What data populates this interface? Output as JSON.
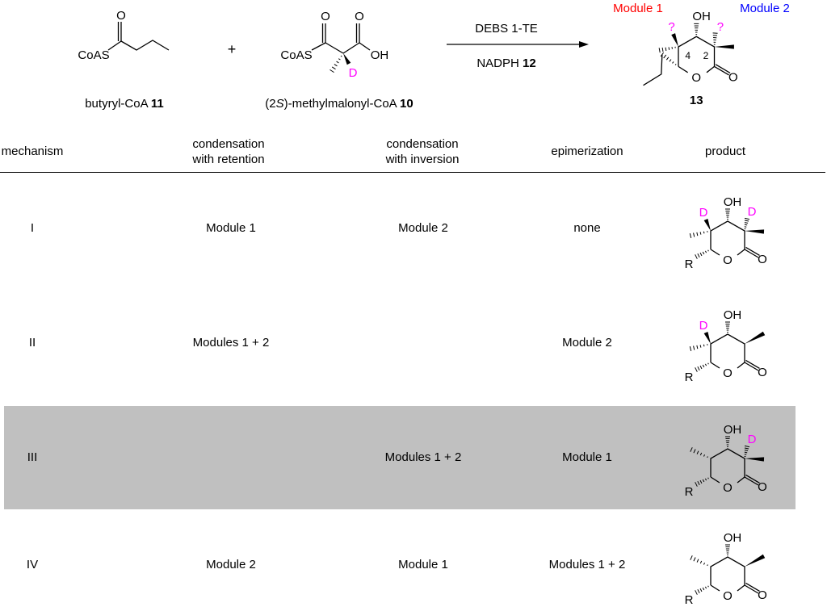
{
  "reaction": {
    "reactant1": {
      "label": "CoAS",
      "O": "O",
      "caption": "butyryl-CoA ",
      "number": "11"
    },
    "plus": "+",
    "reactant2": {
      "label": "CoAS",
      "O1": "O",
      "O2": "O",
      "OH": "OH",
      "D": "D",
      "caption_pre": "(2",
      "caption_S": "S",
      "caption_post": ")-methylmalonyl-CoA ",
      "number": "10"
    },
    "arrow_above": "DEBS 1-TE",
    "arrow_below_text": "NADPH ",
    "arrow_below_number": "12",
    "product": {
      "module1": "Module 1",
      "module2": "Module 2",
      "OH": "OH",
      "O_ring": "O",
      "O_carbonyl": "O",
      "q1": "?",
      "q2": "?",
      "c4": "4",
      "c2": "2",
      "number": "13"
    }
  },
  "colors": {
    "deuterium": "#ff00ff",
    "module1": "#ff0000",
    "module2": "#0000ff",
    "highlight": "#c0c0c0"
  },
  "table": {
    "headers": {
      "mechanism": "mechanism",
      "retention": [
        "condensation",
        "with retention"
      ],
      "inversion": [
        "condensation",
        "with inversion"
      ],
      "epimerization": "epimerization",
      "product": "product"
    },
    "rows": [
      {
        "mechanism": "I",
        "retention": "Module 1",
        "inversion": "Module 2",
        "epimerization": "none",
        "product": {
          "c4_D": "D",
          "c2_D": "D",
          "R": "R",
          "OH": "OH",
          "O_ring": "O",
          "O_carbonyl": "O"
        }
      },
      {
        "mechanism": "II",
        "retention": "Modules 1 + 2",
        "inversion": "",
        "epimerization": "Module 2",
        "product": {
          "c4_D": "D",
          "c2_D": "",
          "R": "R",
          "OH": "OH",
          "O_ring": "O",
          "O_carbonyl": "O"
        }
      },
      {
        "mechanism": "III",
        "retention": "",
        "inversion": "Modules 1 + 2",
        "epimerization": "Module 1",
        "highlighted": true,
        "product": {
          "c4_D": "",
          "c2_D": "D",
          "R": "R",
          "OH": "OH",
          "O_ring": "O",
          "O_carbonyl": "O"
        }
      },
      {
        "mechanism": "IV",
        "retention": "Module 2",
        "inversion": "Module 1",
        "epimerization": "Modules 1 + 2",
        "product": {
          "c4_D": "",
          "c2_D": "",
          "R": "R",
          "OH": "OH",
          "O_ring": "O",
          "O_carbonyl": "O"
        }
      }
    ]
  }
}
